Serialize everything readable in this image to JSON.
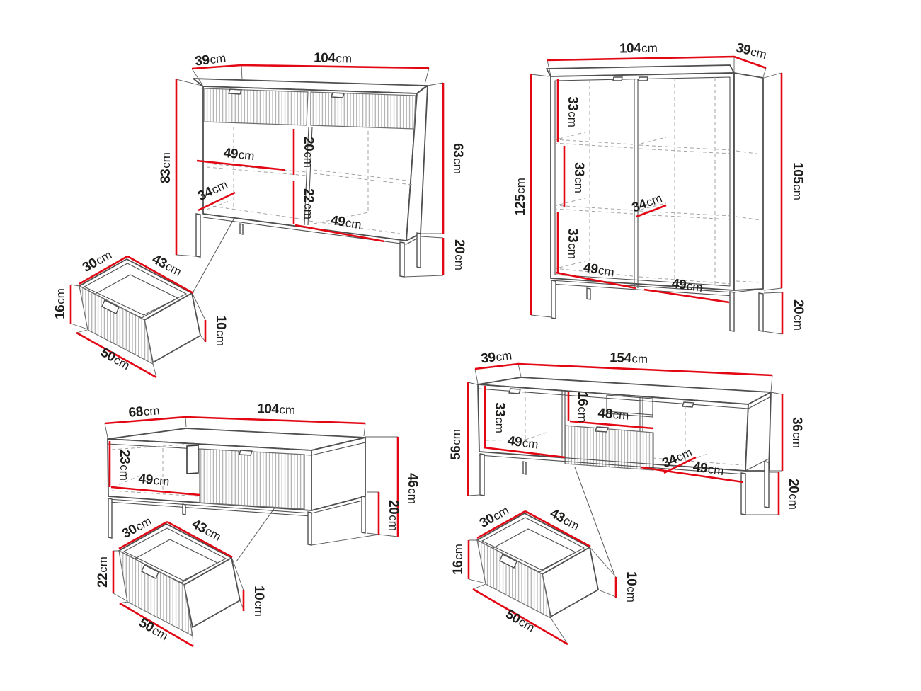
{
  "diagram_title": "Furniture collection dimension diagram: four pieces with drawer details",
  "unit": "cm",
  "colors": {
    "dimension_red": "#e30613",
    "outline_gray": "#4f4f4f",
    "text_black": "#1d1d1b",
    "background": "#ffffff"
  },
  "pieces": {
    "sideboard": {
      "label": "two-door sideboard with drawers",
      "width": "104",
      "depth": "39",
      "height": "83",
      "side_height": "63",
      "leg_height": "20",
      "shelf_width": "49",
      "shelf_depth": "34",
      "upper_section_height": "20",
      "lower_section_height": "22",
      "bottom_width": "49",
      "drawer": {
        "depth": "30",
        "width": "43",
        "front_height": "16",
        "back_height": "10",
        "front_width": "50"
      }
    },
    "display_cabinet": {
      "label": "tall display cabinet",
      "width": "104",
      "depth": "39",
      "height": "125",
      "side_height": "105",
      "leg_height": "20",
      "section1_height": "33",
      "section2_height": "33",
      "section3_height": "33",
      "shelf_depth": "34",
      "bottom_left_width": "49",
      "bottom_right_width": "49"
    },
    "coffee_table": {
      "label": "coffee table with drawer",
      "depth": "68",
      "width": "104",
      "inner_height": "23",
      "inner_width": "49",
      "height": "46",
      "leg_height": "20",
      "drawer": {
        "depth": "30",
        "width": "43",
        "front_height": "22",
        "back_height": "10",
        "front_width": "50"
      }
    },
    "tv_stand": {
      "label": "TV stand",
      "depth": "39",
      "width": "154",
      "height": "56",
      "door_height": "33",
      "door_width": "49",
      "niche_height": "16",
      "niche_width": "48",
      "shelf_depth": "34",
      "right_width": "49",
      "side_height": "36",
      "leg_height": "20",
      "drawer": {
        "depth": "30",
        "width": "43",
        "front_height": "16",
        "back_height": "10",
        "front_width": "50"
      }
    }
  }
}
